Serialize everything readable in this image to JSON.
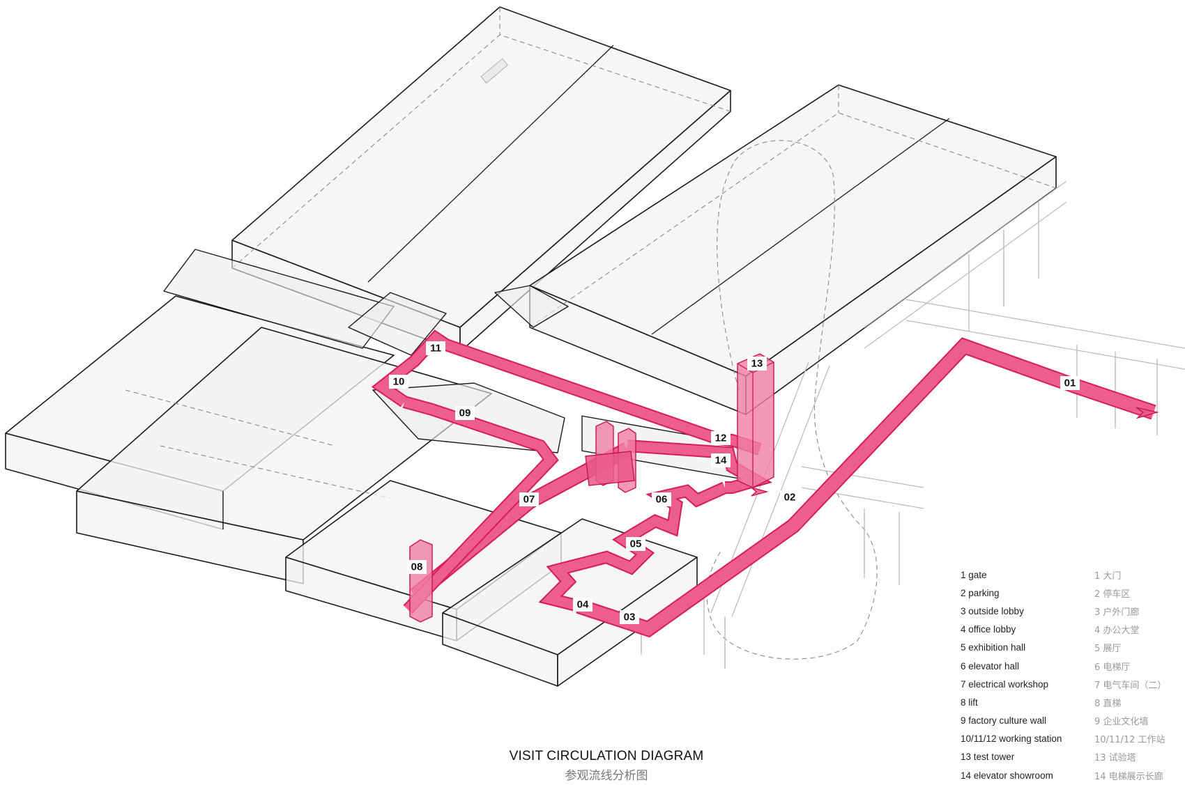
{
  "title": {
    "en": "VISIT CIRCULATION DIAGRAM",
    "zh": "参观流线分析图"
  },
  "colors": {
    "route": "#f06a96",
    "route_edge": "#d81b5b",
    "building_stroke": "#1b1b1b",
    "hidden_line": "#8a8a8a"
  },
  "route_labels": [
    "01",
    "02",
    "03",
    "04",
    "05",
    "06",
    "07",
    "08",
    "09",
    "10",
    "11",
    "12",
    "13",
    "14"
  ],
  "legend": [
    {
      "en": "1  gate",
      "zh": "1  大门"
    },
    {
      "en": "2  parking",
      "zh": "2  停车区"
    },
    {
      "en": "3  outside lobby",
      "zh": "3  户外门廊"
    },
    {
      "en": "4  office lobby",
      "zh": "4  办公大堂"
    },
    {
      "en": "5  exhibition hall",
      "zh": "5  展厅"
    },
    {
      "en": "6  elevator hall",
      "zh": "6  电梯厅"
    },
    {
      "en": "7  electrical workshop",
      "zh": "7  电气车间（二）"
    },
    {
      "en": "8  lift",
      "zh": "8  直梯"
    },
    {
      "en": "9  factory culture wall",
      "zh": "9  企业文化墙"
    },
    {
      "en": "10/11/12  working station",
      "zh": "10/11/12  工作站"
    },
    {
      "en": "13  test tower",
      "zh": "13  试验塔"
    },
    {
      "en": "14  elevator showroom",
      "zh": "14  电梯展示长廊"
    }
  ]
}
